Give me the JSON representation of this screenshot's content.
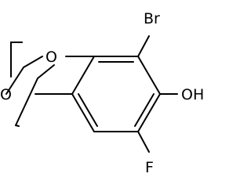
{
  "molecule": {
    "atoms": {
      "bromine": "Br",
      "oxygen_top": "O",
      "oxygen_bottom": "O",
      "hydroxyl": "OH",
      "fluorine": "F"
    }
  }
}
